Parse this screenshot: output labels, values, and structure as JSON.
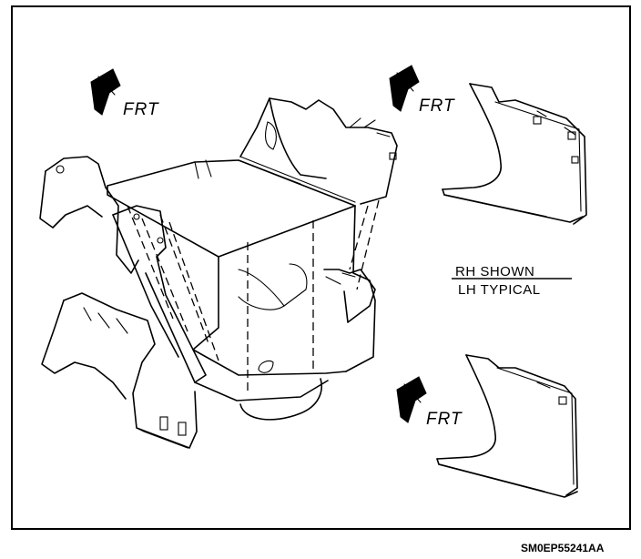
{
  "labels": {
    "front_arrow_1": "FRT",
    "front_arrow_2": "FRT",
    "front_arrow_3": "FRT",
    "note_line_1": "RH SHOWN",
    "note_line_2": "LH TYPICAL",
    "figure_code": "SM0EP55241AA"
  },
  "icons": {
    "front_direction": "front-arrow-icon"
  },
  "colors": {
    "ink": "#000000",
    "paper": "#ffffff"
  }
}
